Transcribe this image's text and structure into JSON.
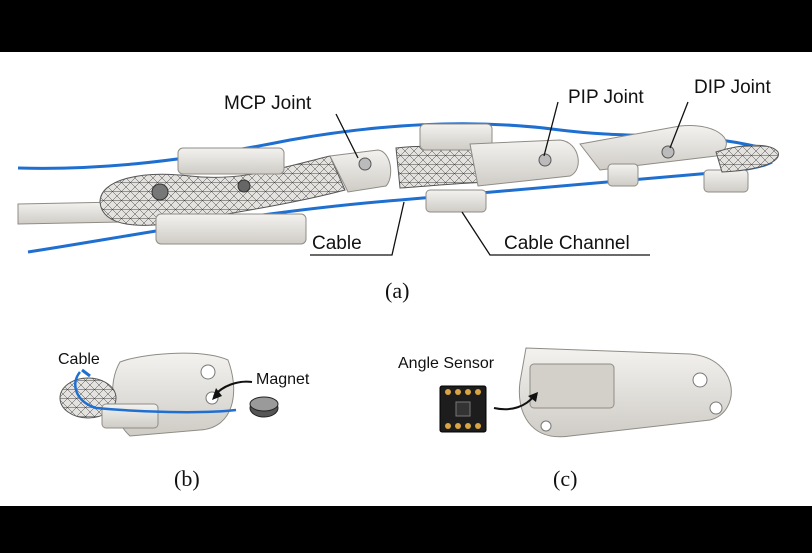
{
  "labels": {
    "mcp_joint": "MCP Joint",
    "pip_joint": "PIP Joint",
    "dip_joint": "DIP Joint",
    "cable": "Cable",
    "cable_channel": "Cable Channel",
    "cable_b": "Cable",
    "magnet": "Magnet",
    "angle_sensor": "Angle Sensor"
  },
  "captions": {
    "a": "(a)",
    "b": "(b)",
    "c": "(c)"
  },
  "colors": {
    "cable": "#1f6fd1",
    "part_fill": "#e8e6e1",
    "part_stroke": "#9a9892",
    "mesh": "#555555"
  }
}
